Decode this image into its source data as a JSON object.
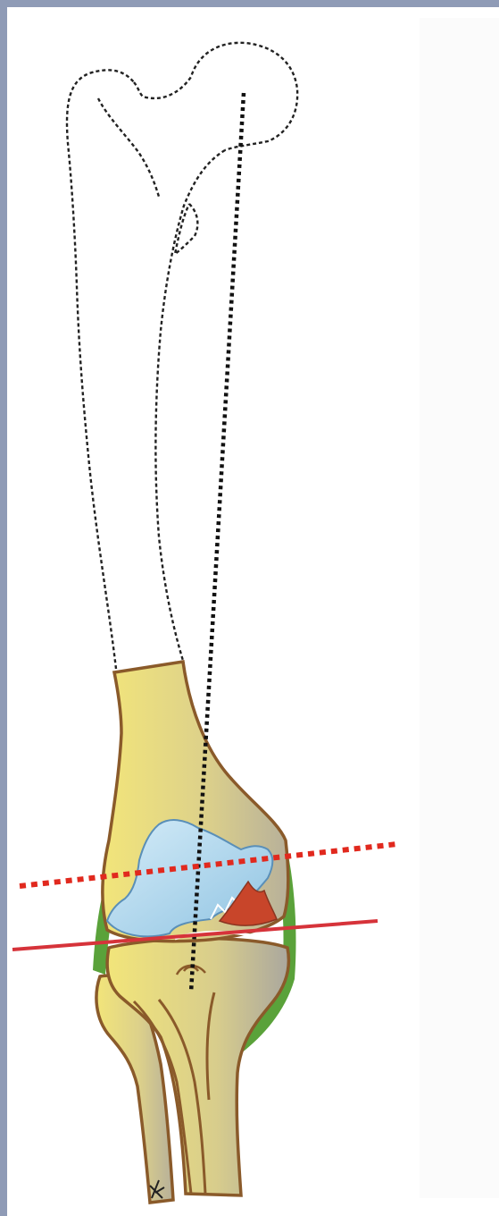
{
  "figure": {
    "background_color": "#8f9bb6",
    "panel_color": "#ffffff",
    "bone_fill": "#f0e27e",
    "bone_fill_shaded": "#c9c0a0",
    "bone_outline": "#8a5a2a",
    "ligament_color": "#5aa23a",
    "cartilage_color": "#b9dcef",
    "lesion_color": "#c8452a",
    "mechanical_axis_color": "#111111",
    "joint_line_color": "#d6333a",
    "outline_style": "dashed",
    "parts": [
      "femur-outline",
      "femoral-head",
      "lesser-trochanter",
      "distal-femur",
      "meniscus",
      "tibia",
      "fibula",
      "medial-collateral-ligament",
      "lateral-collateral-ligament",
      "mechanical-axis-line",
      "joint-line-dotted",
      "joint-line-solid"
    ]
  }
}
